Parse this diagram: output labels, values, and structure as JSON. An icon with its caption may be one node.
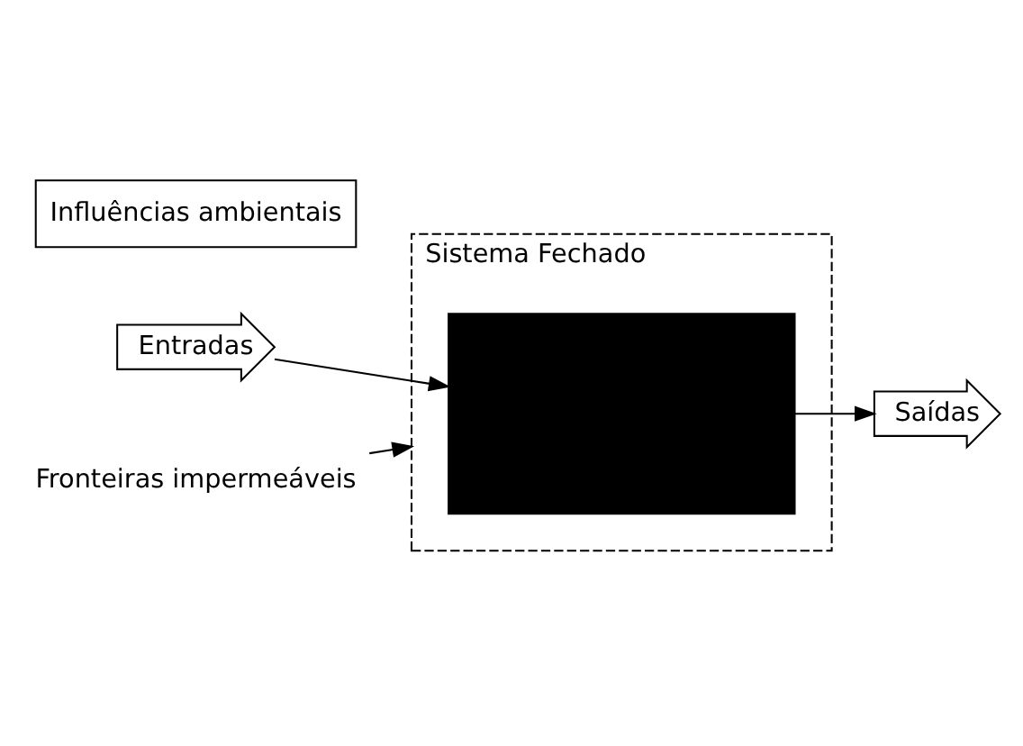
{
  "diagram": {
    "nodes": [
      {
        "text": [
          "Sistema Fechado"
        ]
      },
      {
        "text": [],
        "shape": "box",
        "in": 0
      },
      {
        "text": [
          "Influências ambientais"
        ]
      },
      {
        "text": [
          "Entradas"
        ]
      },
      {
        "text": [
          "Saídas"
        ]
      },
      {
        "text": [
          "Fronteiras impermeáveis"
        ]
      }
    ],
    "edges": [
      {
        "from": 3,
        "to": 1,
        "arrow": "to"
      },
      {
        "from": 1,
        "to": 4,
        "arrow": "to"
      },
      {
        "from": 5,
        "to": 0,
        "arrow": "to"
      }
    ]
  }
}
